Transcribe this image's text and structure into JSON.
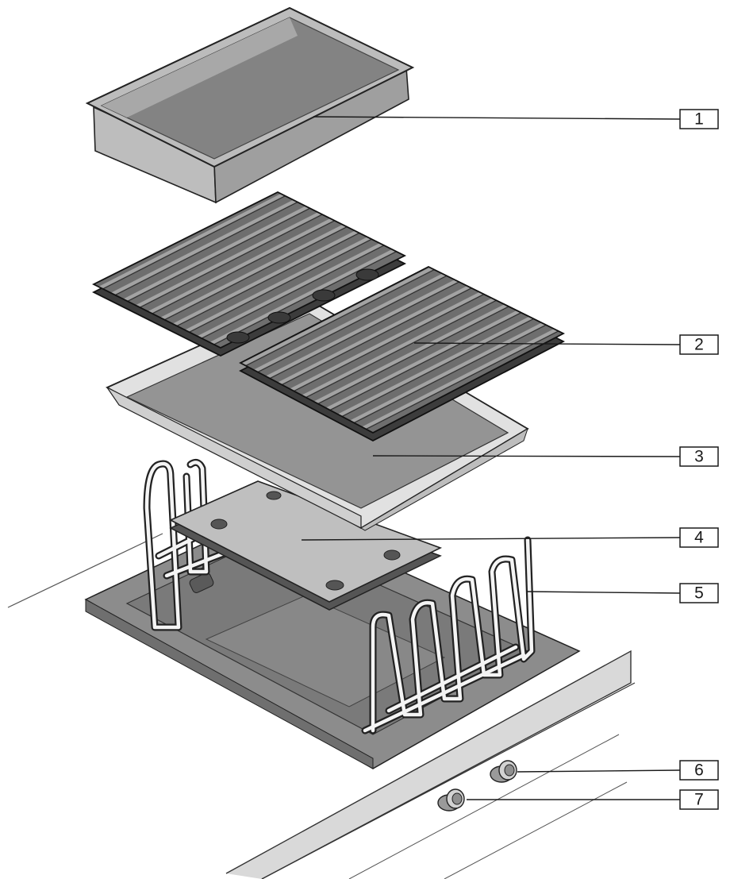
{
  "callouts": [
    {
      "id": "1",
      "label": "1"
    },
    {
      "id": "2",
      "label": "2"
    },
    {
      "id": "3",
      "label": "3"
    },
    {
      "id": "4",
      "label": "4"
    },
    {
      "id": "5",
      "label": "5"
    },
    {
      "id": "6",
      "label": "6"
    },
    {
      "id": "7",
      "label": "7"
    }
  ],
  "colors": {
    "metal_dark": "#7b7b7b",
    "metal_mid": "#a9a9a9",
    "metal_light": "#d4d4d4",
    "outline": "#1a1a1a",
    "background": "#ffffff"
  }
}
